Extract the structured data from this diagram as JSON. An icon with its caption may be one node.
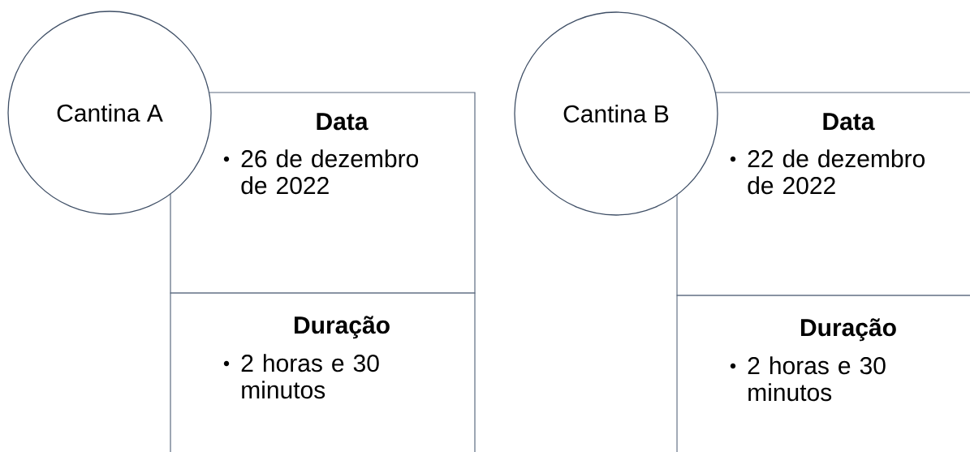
{
  "diagram": {
    "nodes": [
      {
        "text": [
          "Cantina A"
        ]
      },
      {
        "text": [
          "Data",
          "26 de dezembro de 2022"
        ]
      },
      {
        "text": [
          "Duração",
          "2 horas e 30 minutos"
        ]
      },
      {
        "text": [
          "Cantina B"
        ]
      },
      {
        "text": [
          "Data",
          "22 de dezembro de 2022"
        ]
      },
      {
        "text": [
          "Duração",
          "2 horas e 30 minutos"
        ]
      }
    ]
  }
}
